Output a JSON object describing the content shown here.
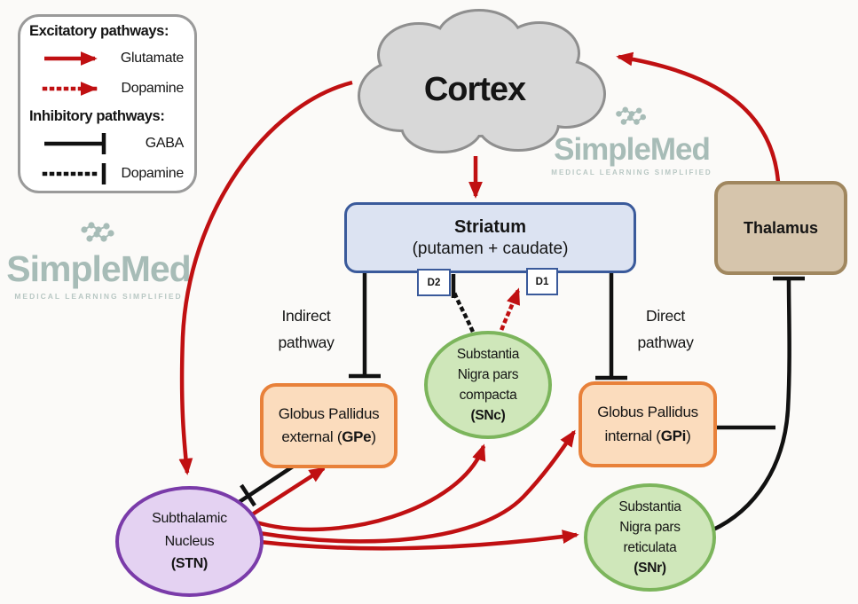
{
  "legend": {
    "excitatory_title": "Excitatory pathways:",
    "glutamate_label": "Glutamate",
    "dopamine_excitatory_label": "Dopamine",
    "inhibitory_title": "Inhibitory pathways:",
    "gaba_label": "GABA",
    "dopamine_inhibitory_label": "Dopamine"
  },
  "watermark": {
    "brand": "SimpleMed",
    "tagline": "MEDICAL LEARNING SIMPLIFIED"
  },
  "nodes": {
    "cortex": {
      "label": "Cortex"
    },
    "striatum": {
      "title": "Striatum",
      "subtitle": "(putamen + caudate)",
      "d2": "D2",
      "d1": "D1"
    },
    "thalamus": {
      "label": "Thalamus"
    },
    "gpe": {
      "line1": "Globus Pallidus",
      "line2_pre": "external (",
      "abbr": "GPe",
      "line2_post": ")"
    },
    "gpi": {
      "line1": "Globus Pallidus",
      "line2_pre": "internal (",
      "abbr": "GPi",
      "line2_post": ")"
    },
    "snc": {
      "line1": "Substantia",
      "line2": "Nigra pars",
      "line3": "compacta",
      "abbr": "(SNc)"
    },
    "snr": {
      "line1": "Substantia",
      "line2": "Nigra pars",
      "line3": "reticulata",
      "abbr": "(SNr)"
    },
    "stn": {
      "line1": "Subthalamic",
      "line2": "Nucleus",
      "abbr": "(STN)"
    }
  },
  "labels": {
    "indirect_line1": "Indirect",
    "indirect_line2": "pathway",
    "direct_line1": "Direct",
    "direct_line2": "pathway"
  },
  "colors": {
    "excitatory_red": "#c01012",
    "inhibitory_black": "#111111",
    "striatum_fill": "#dce3f2",
    "striatum_border": "#3a5a9b",
    "thalamus_fill": "#d6c5ac",
    "thalamus_border": "#a0875f",
    "globus_pallidus_fill": "#fbdcbd",
    "globus_pallidus_border": "#e8813a",
    "substantia_nigra_fill": "#cfe7ba",
    "substantia_nigra_border": "#7cb55c",
    "stn_fill": "#e4d2f2",
    "stn_border": "#7a3ba9",
    "cortex_fill": "#d8d8d8",
    "cortex_border": "#8f8f8f",
    "watermark_teal": "#a7bcb7"
  },
  "edges": [
    {
      "from": "Cortex",
      "to": "Striatum",
      "neurotransmitter": "Glutamate",
      "type": "excitatory"
    },
    {
      "from": "Cortex",
      "to": "STN",
      "neurotransmitter": "Glutamate",
      "type": "excitatory"
    },
    {
      "from": "Thalamus",
      "to": "Cortex",
      "neurotransmitter": "Glutamate",
      "type": "excitatory"
    },
    {
      "from": "Striatum",
      "to": "GPe",
      "neurotransmitter": "GABA",
      "type": "inhibitory"
    },
    {
      "from": "Striatum",
      "to": "GPi",
      "neurotransmitter": "GABA",
      "type": "inhibitory"
    },
    {
      "from": "SNc",
      "to": "Striatum D2",
      "neurotransmitter": "Dopamine",
      "type": "inhibitory"
    },
    {
      "from": "SNc",
      "to": "Striatum D1",
      "neurotransmitter": "Dopamine",
      "type": "excitatory"
    },
    {
      "from": "GPe",
      "to": "STN",
      "neurotransmitter": "GABA",
      "type": "inhibitory"
    },
    {
      "from": "STN",
      "to": "GPe",
      "neurotransmitter": "Glutamate",
      "type": "excitatory"
    },
    {
      "from": "STN",
      "to": "SNc",
      "neurotransmitter": "Glutamate",
      "type": "excitatory"
    },
    {
      "from": "STN",
      "to": "GPi",
      "neurotransmitter": "Glutamate",
      "type": "excitatory"
    },
    {
      "from": "STN",
      "to": "SNr",
      "neurotransmitter": "Glutamate",
      "type": "excitatory"
    },
    {
      "from": "GPi",
      "to": "Thalamus",
      "neurotransmitter": "GABA",
      "type": "inhibitory"
    },
    {
      "from": "SNr",
      "to": "Thalamus",
      "neurotransmitter": "GABA",
      "type": "inhibitory"
    }
  ]
}
